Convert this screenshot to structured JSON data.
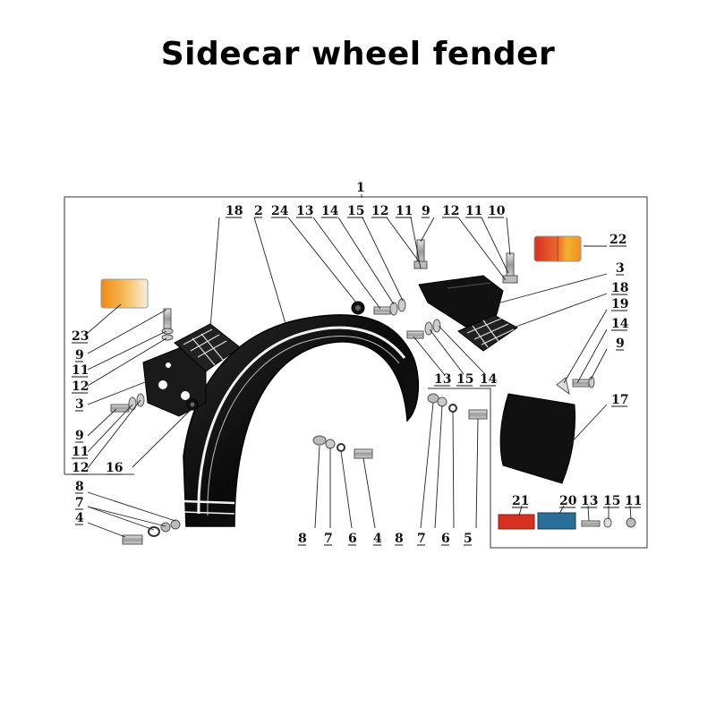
{
  "title": "Sidecar wheel fender",
  "callouts": {
    "c_1": "1",
    "top_18": "18",
    "top_2": "2",
    "top_24": "24",
    "top_13": "13",
    "top_14": "14",
    "top_15": "15",
    "top_12a": "12",
    "top_11a": "11",
    "top_9": "9",
    "top_12b": "12",
    "top_11b": "11",
    "top_10": "10",
    "r_22": "22",
    "r_3": "3",
    "r_18": "18",
    "r_19": "19",
    "r_14": "14",
    "r_9": "9",
    "r_17": "17",
    "m_13": "13",
    "m_15": "15",
    "m_14": "14",
    "l_23": "23",
    "l_9a": "9",
    "l_11a": "11",
    "l_12a": "12",
    "l_3": "3",
    "l_9b": "9",
    "l_11b": "11",
    "l_12b": "12",
    "l_16": "16",
    "l_8": "8",
    "l_7": "7",
    "l_4": "4",
    "b_8a": "8",
    "b_7a": "7",
    "b_6a": "6",
    "b_4": "4",
    "b_8b": "8",
    "b_7b": "7",
    "b_6b": "6",
    "b_5": "5",
    "i_21": "21",
    "i_20": "20",
    "i_13": "13",
    "i_15": "15",
    "i_11": "11"
  },
  "colors": {
    "fender": "#0d0d0d",
    "stripe": "#f2f2f2",
    "amber_lens": "#f0a020",
    "red_lens": "#d83020",
    "blue_reflector": "#2a6f9a"
  }
}
